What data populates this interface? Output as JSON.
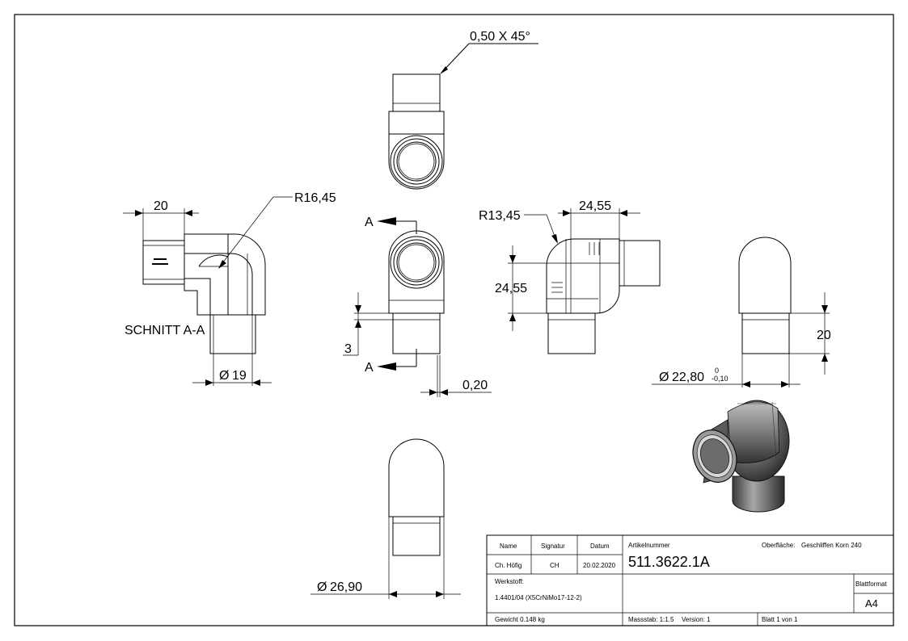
{
  "dimensions": {
    "chamfer": "0,50 X 45°",
    "left_width": "20",
    "left_radius": "R16,45",
    "section_label": "SCHNITT A-A",
    "left_diameter": "19",
    "section_marker_top": "A",
    "section_marker_bottom": "A",
    "gap_3": "3",
    "gap_020": "0,20",
    "side_radius": "R13,45",
    "side_h_dim": "24,55",
    "side_v_dim": "24,55",
    "right_height": "20",
    "right_diameter": "22,80",
    "tol_upper": "0",
    "tol_lower": "-0,10",
    "bottom_diameter": "26,90",
    "diameter_symbol": "Ø"
  },
  "title_block": {
    "name_label": "Name",
    "signatur_label": "Signatur",
    "datum_label": "Datum",
    "name_value": "Ch. Höfig",
    "signatur_value": "CH",
    "datum_value": "20.02.2020",
    "artikel_label": "Artikelnummer",
    "artikel_value": "511.3622.1A",
    "oberflaeche_label": "Oberfläche:",
    "oberflaeche_value": "Geschliffen Korn 240",
    "werkstoff_label": "Werkstoff:",
    "werkstoff_value": "1.4401/04 (X5CrNiMo17-12-2)",
    "blattformat_label": "Blattformat",
    "blattformat_value": "A4",
    "gewicht": "Gewicht 0.148 kg",
    "massstab": "Massstab: 1:1.5",
    "version": "Version: 1",
    "blatt": "Blatt 1 von 1"
  }
}
